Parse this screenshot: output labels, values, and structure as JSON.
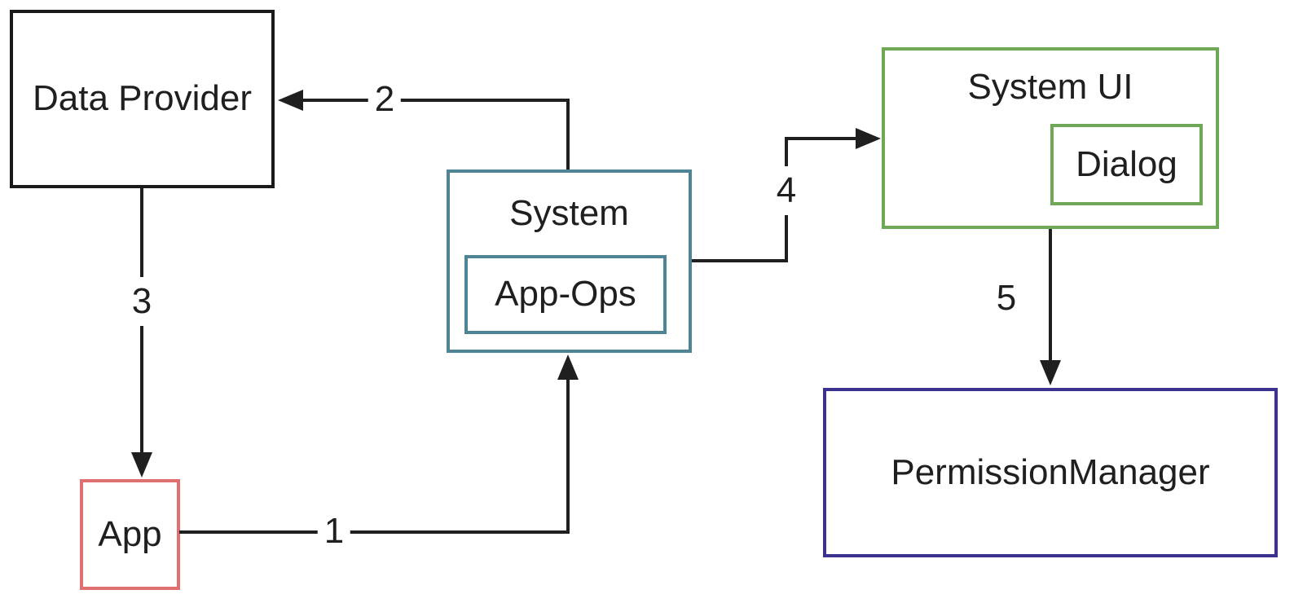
{
  "colors": {
    "background": "#ffffff",
    "line": "#1f1f1f",
    "text": "#1f1f1f",
    "box_black": "#1a1a1a",
    "box_teal": "#4e8494",
    "box_green": "#6fa857",
    "box_red": "#e07070",
    "box_indigo": "#3d318f"
  },
  "diagram": {
    "boxes": {
      "data_provider": {
        "label": "Data Provider"
      },
      "app": {
        "label": "App"
      },
      "system": {
        "label": "System"
      },
      "app_ops": {
        "label": "App-Ops"
      },
      "system_ui": {
        "label": "System UI"
      },
      "dialog": {
        "label": "Dialog"
      },
      "permission_manager": {
        "label": "PermissionManager"
      }
    },
    "arrows": [
      {
        "label": "1",
        "from": "App",
        "to": "System"
      },
      {
        "label": "2",
        "from": "System",
        "to": "Data Provider"
      },
      {
        "label": "3",
        "from": "Data Provider",
        "to": "App"
      },
      {
        "label": "4",
        "from": "System",
        "to": "System UI"
      },
      {
        "label": "5",
        "from": "System UI",
        "to": "PermissionManager"
      }
    ]
  }
}
